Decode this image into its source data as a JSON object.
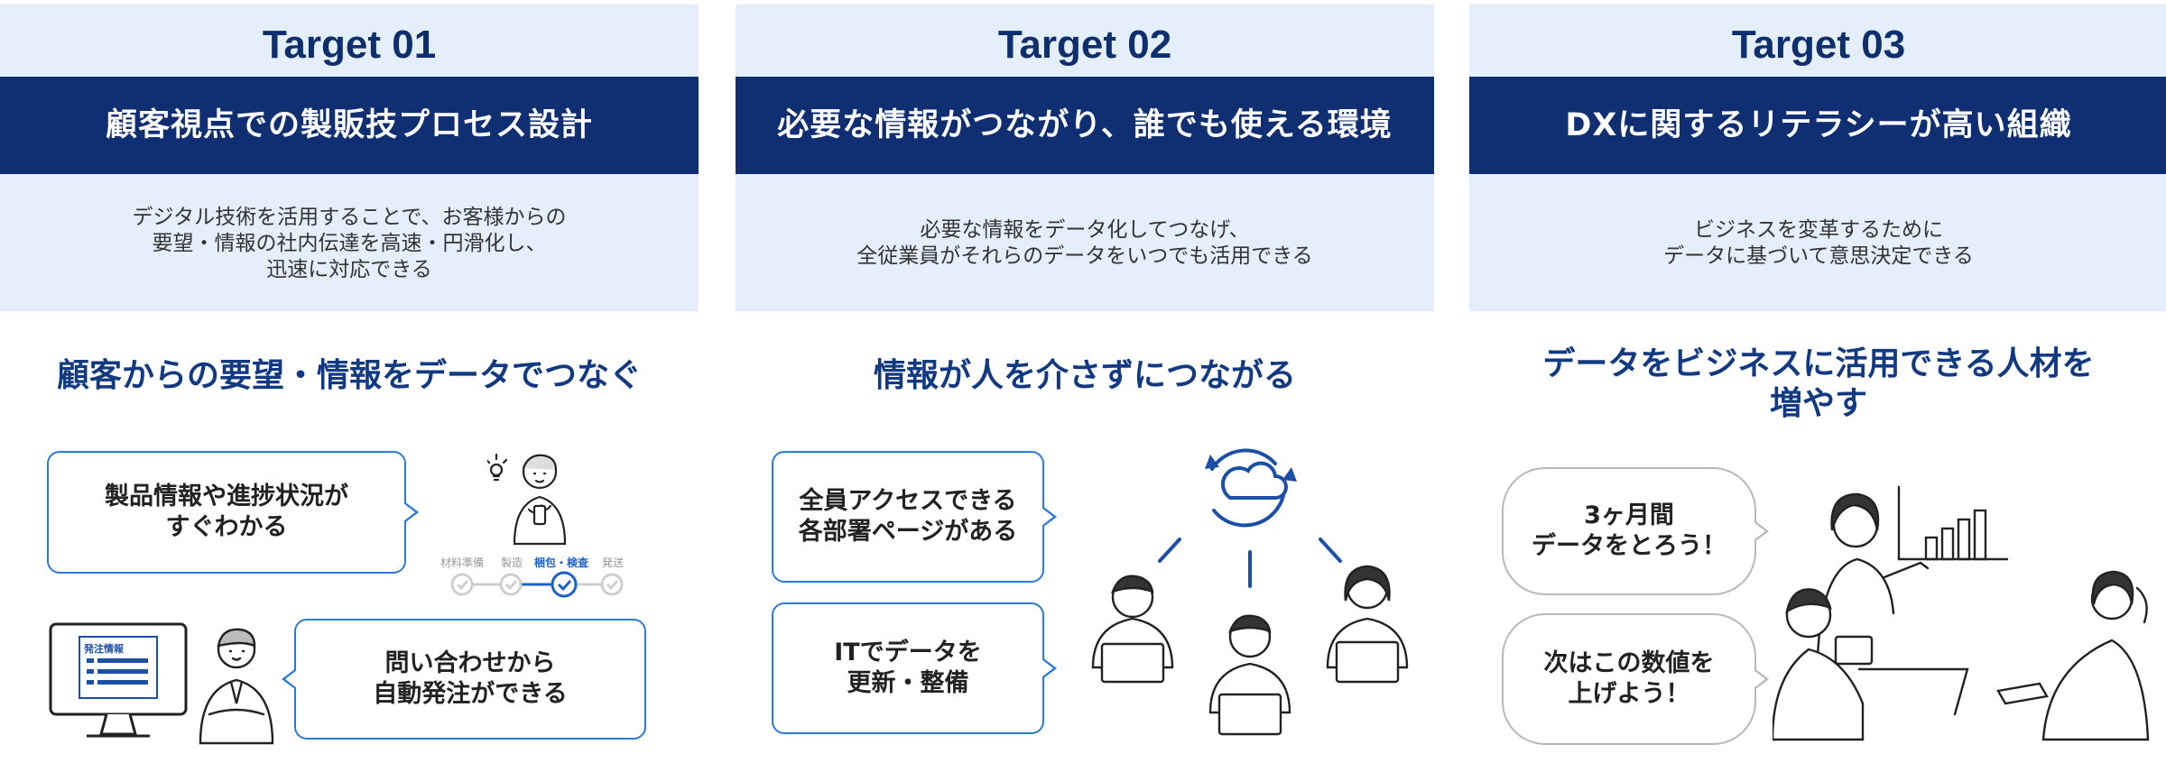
{
  "targets": [
    {
      "label": "Target 01",
      "title": "顧客視点での製販技プロセス設計",
      "description": "デジタル技術を活用することで、お客様からの\n要望・情報の社内伝達を高速・円滑化し、\n迅速に対応できる",
      "subhead": "顧客からの要望・情報をデータでつなぐ",
      "bubbles": [
        "製品情報や進捗状況が\nすぐわかる",
        "問い合わせから\n自動発注ができる"
      ],
      "steps": [
        "材料準備",
        "製造",
        "梱包・検査",
        "発送"
      ],
      "active_step": "梱包・検査",
      "screen_title": "発注情報"
    },
    {
      "label": "Target 02",
      "title": "必要な情報がつながり、誰でも使える環境",
      "description": "必要な情報をデータ化してつなげ、\n全従業員がそれらのデータをいつでも活用できる",
      "subhead": "情報が人を介さずにつながる",
      "bubbles": [
        "全員アクセスできる\n各部署ページがある",
        "ITでデータを\n更新・整備"
      ]
    },
    {
      "label": "Target 03",
      "title": "DXに関するリテラシーが高い組織",
      "description": "ビジネスを変革するために\nデータに基づいて意思決定できる",
      "subhead": "データをビジネスに活用できる人材を\n増やす",
      "bubbles": [
        "3ヶ月間\nデータをとろう！",
        "次はこの数値を\n上げよう！"
      ]
    }
  ],
  "colors": {
    "header_bg": "#e5eefb",
    "title_bar": "#0f2f72",
    "accent_blue": "#2a7ad8",
    "subhead": "#123a82"
  }
}
